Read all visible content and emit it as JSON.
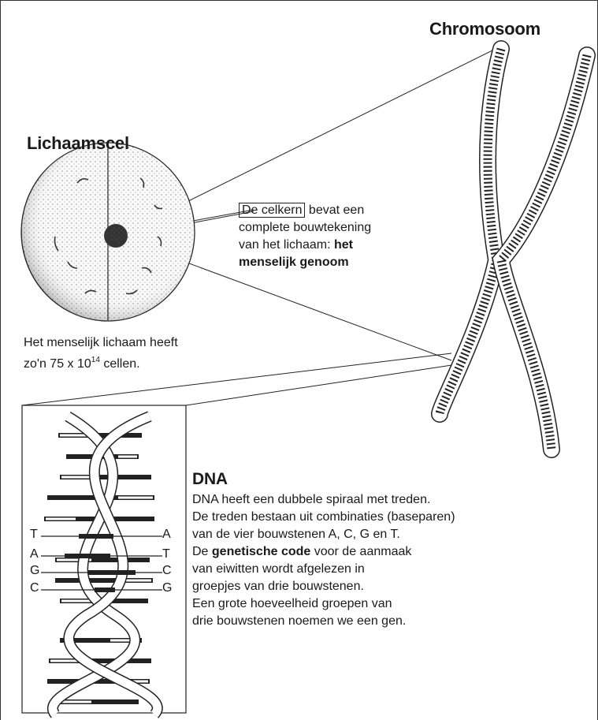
{
  "labels": {
    "chromosome_title": "Chromosoom",
    "body_cell_title": "Lichaamscel",
    "nucleus_boxed": "De celkern",
    "nucleus_text_1": " bevat een",
    "nucleus_text_2": "complete bouwtekening",
    "nucleus_text_3": "van het lichaam: ",
    "nucleus_bold_1": "het",
    "nucleus_bold_2": "menselijk genoom",
    "cells_line_1": "Het menselijk lichaam heeft",
    "cells_line_2_pre": "zo'n 75 x 10",
    "cells_exponent": "14",
    "cells_line_2_post": " cellen."
  },
  "dna": {
    "title": "DNA",
    "line_1": "DNA heeft een dubbele spiraal met treden.",
    "line_2": "De treden bestaan uit combinaties (baseparen)",
    "line_3": "van de vier bouwstenen A, C, G en T.",
    "line_4_pre": "De ",
    "line_4_bold": "genetische code",
    "line_4_post": " voor de aanmaak",
    "line_5": "van eiwitten wordt afgelezen in",
    "line_6": "groepjes van drie bouwstenen.",
    "line_7": "Een grote hoeveelheid groepen van",
    "line_8": "drie bouwstenen noemen we een gen."
  },
  "base_pairs": [
    {
      "left": "T",
      "right": "A"
    },
    {
      "left": "A",
      "right": "T"
    },
    {
      "left": "G",
      "right": "C"
    },
    {
      "left": "C",
      "right": "G"
    }
  ]
}
